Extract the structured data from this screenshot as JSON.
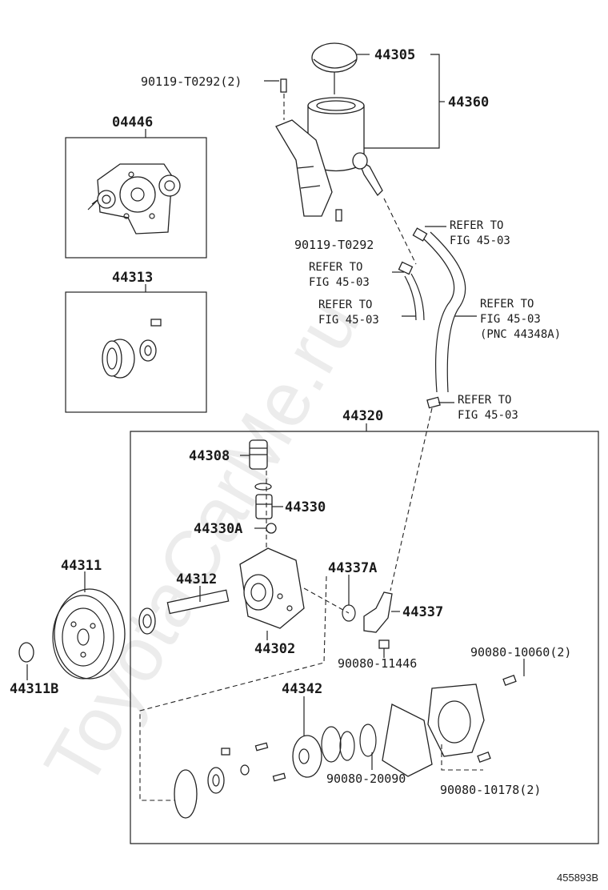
{
  "watermark": "ToyotaCarMe.ru",
  "figure_id": "455893B",
  "kit_labels": {
    "gasket_kit": "04446",
    "repair_kit": "44313",
    "pump_assy": "44320"
  },
  "labels": {
    "cap": "44305",
    "reservoir": "44360",
    "bolt_top": "90119-T0292(2)",
    "bolt_bracket": "90119-T0292",
    "valve_plug": "44308",
    "control_valve": "44330",
    "spring": "44330A",
    "pulley": "44311",
    "pulley_nut": "44311B",
    "shaft": "44312",
    "housing": "44302",
    "oring_union": "44337A",
    "union": "44337",
    "union_bolt": "90080-11446",
    "cover_bolt_top": "90080-10060(2)",
    "rotor": "44342",
    "oring_set": "90080-20090",
    "cover_bolt_bottom": "90080-10178(2)"
  },
  "references": {
    "ref1": {
      "line1": "REFER TO",
      "line2": "FIG 45-03",
      "line3": ""
    },
    "ref2": {
      "line1": "REFER TO",
      "line2": "FIG 45-03",
      "line3": ""
    },
    "ref3": {
      "line1": "REFER TO",
      "line2": "FIG 45-03",
      "line3": ""
    },
    "ref4": {
      "line1": "REFER TO",
      "line2": "FIG 45-03",
      "line3": "(PNC 44348A)"
    },
    "ref5": {
      "line1": "REFER TO",
      "line2": "FIG 45-03",
      "line3": ""
    }
  }
}
